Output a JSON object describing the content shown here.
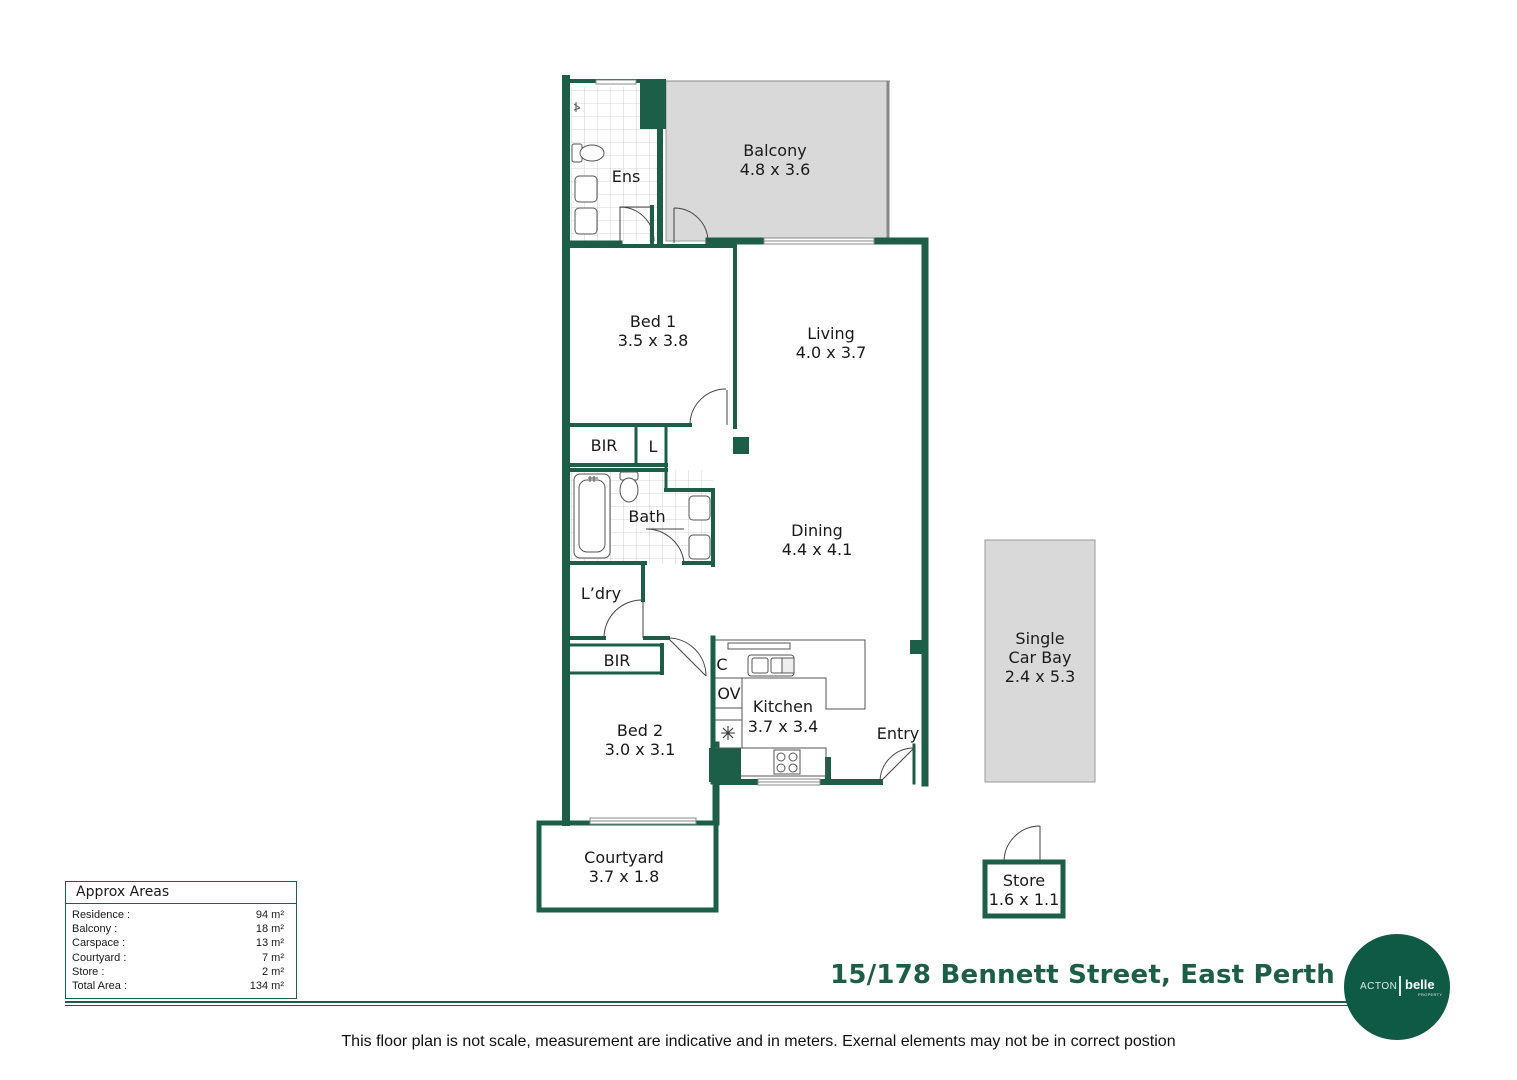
{
  "rooms": {
    "balcony": {
      "name": "Balcony",
      "dims": "4.8 x 3.6"
    },
    "ensuite": {
      "name": "Ens"
    },
    "bed1": {
      "name": "Bed 1",
      "dims": "3.5 x 3.8"
    },
    "living": {
      "name": "Living",
      "dims": "4.0 x 3.7"
    },
    "bir1": {
      "name": "BIR"
    },
    "linen": {
      "name": "L"
    },
    "bath": {
      "name": "Bath"
    },
    "dining": {
      "name": "Dining",
      "dims": "4.4 x 4.1"
    },
    "laundry": {
      "name": "L’dry"
    },
    "bir2": {
      "name": "BIR"
    },
    "cupboard": {
      "name": "C"
    },
    "oven": {
      "name": "OV"
    },
    "kitchen": {
      "name": "Kitchen",
      "dims": "3.7 x 3.4"
    },
    "entry": {
      "name": "Entry"
    },
    "bed2": {
      "name": "Bed 2",
      "dims": "3.0 x 3.1"
    },
    "courtyard": {
      "name": "Courtyard",
      "dims": "3.7 x 1.8"
    },
    "carbay": {
      "name_line1": "Single",
      "name_line2": "Car Bay",
      "dims": "2.4 x 5.3"
    },
    "store": {
      "name": "Store",
      "dims": "1.6 x 1.1"
    }
  },
  "areas": {
    "title": "Approx Areas",
    "rows": [
      {
        "label": "Residence :",
        "value": "94 m²"
      },
      {
        "label": "Balcony :",
        "value": "18 m²"
      },
      {
        "label": "Carspace :",
        "value": "13 m²"
      },
      {
        "label": "Courtyard :",
        "value": "7 m²"
      },
      {
        "label": "Store :",
        "value": "2 m²"
      },
      {
        "label": "Total Area :",
        "value": "134 m²"
      }
    ]
  },
  "address": "15/178 Bennett Street, East Perth",
  "logo": {
    "left": "ACTON",
    "right": "belle",
    "sub": "PROPERTY"
  },
  "disclaimer": "This floor plan is not scale, measurement are indicative and in meters. Exernal elements may not be in correct postion",
  "colors": {
    "wall": "#1d5e48",
    "balcony_fill": "#d9d9d9",
    "carbay_fill": "#d9d9d9",
    "logo_bg": "#0f5a44"
  }
}
